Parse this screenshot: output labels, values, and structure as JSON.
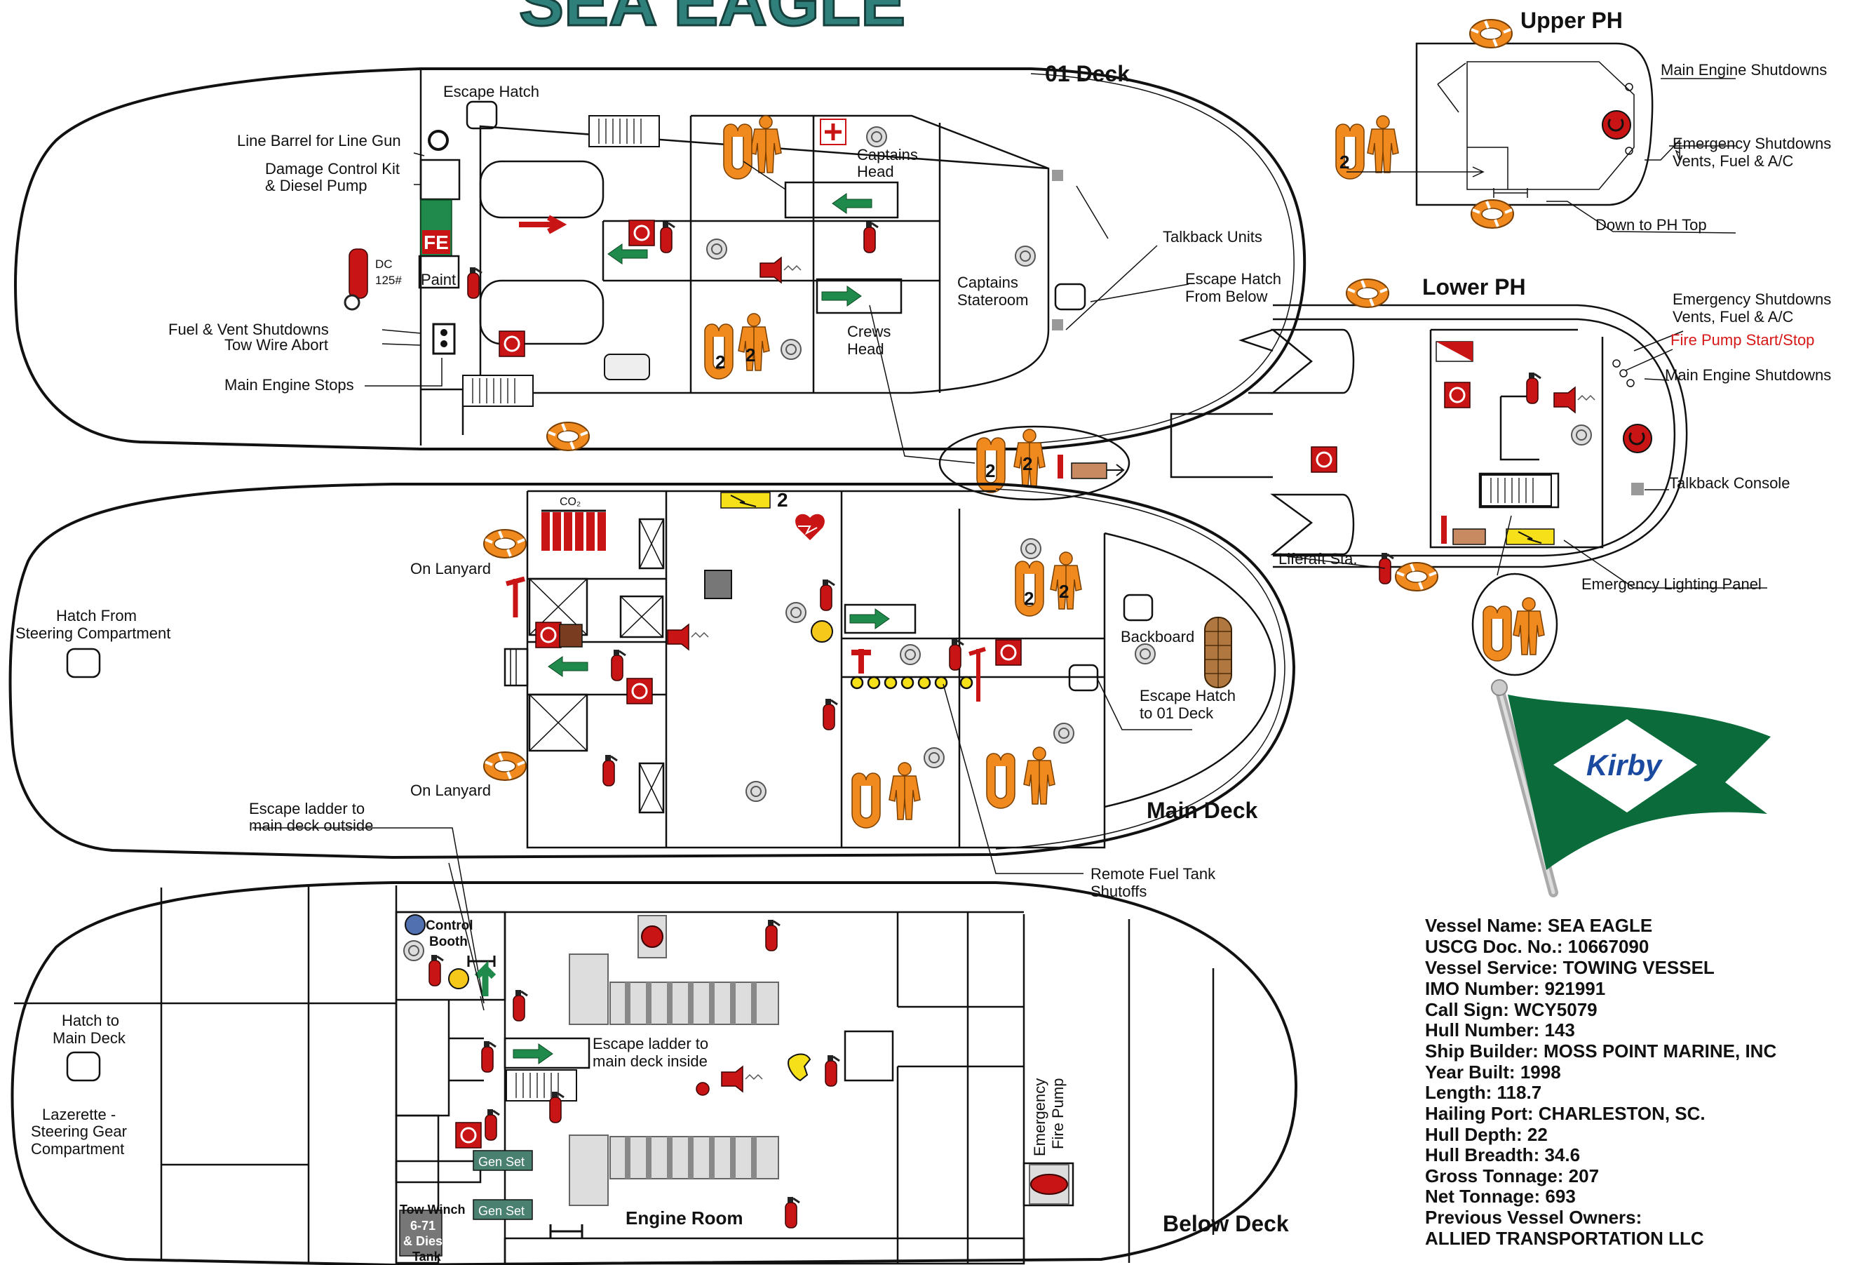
{
  "title": "SEA EAGLE",
  "decks": {
    "deck01": "01 Deck",
    "main": "Main Deck",
    "below": "Below Deck",
    "upper_ph": "Upper PH",
    "lower_ph": "Lower PH"
  },
  "labels01": {
    "escape_hatch": "Escape Hatch",
    "line_barrel": "Line Barrel for Line Gun",
    "damage_kit_1": "Damage Control Kit",
    "damage_kit_2": "& Diesel Pump",
    "dc_1": "DC",
    "dc_2": "125#",
    "paint": "Paint",
    "fe": "FE",
    "fuel_vent": "Fuel & Vent Shutdowns",
    "tow_abort": "Tow Wire Abort",
    "me_stops": "Main Engine Stops",
    "capt_head_1": "Captains",
    "capt_head_2": "Head",
    "crews_head_1": "Crews",
    "crews_head_2": "Head",
    "capt_state_1": "Captains",
    "capt_state_2": "Stateroom",
    "talkback": "Talkback Units",
    "esc_below_1": "Escape Hatch",
    "esc_below_2": "From Below"
  },
  "labelsPH": {
    "me_shut": "Main Engine Shutdowns",
    "em_shut_1": "Emergency Shutdowns",
    "em_shut_2": "Vents, Fuel & A/C",
    "down_ph": "Down to PH Top",
    "em_shut_l1": "Emergency Shutdowns",
    "em_shut_l2": "Vents, Fuel & A/C",
    "fire_pump": "Fire Pump Start/Stop",
    "me_shut_l": "Main Engine Shutdowns",
    "talkback_console": "Talkback Console",
    "liferaft": "Liferaft Sta.",
    "em_light": "Emergency Lighting Panel"
  },
  "labelsMain": {
    "co2": "CO₂",
    "on_lanyard_1": "On Lanyard",
    "on_lanyard_2": "On Lanyard",
    "hatch_steer_1": "Hatch From",
    "hatch_steer_2": "Steering Compartment",
    "backboard": "Backboard",
    "esc_01_1": "Escape Hatch",
    "esc_01_2": "to 01 Deck",
    "esc_ladder_1": "Escape ladder to",
    "esc_ladder_2": "main deck outside",
    "remote_fuel_1": "Remote Fuel Tank",
    "remote_fuel_2": "Shutoffs",
    "two": "2"
  },
  "labelsBelow": {
    "control_1": "Control",
    "control_2": "Booth",
    "hatch_main_1": "Hatch to",
    "hatch_main_2": "Main Deck",
    "lazarette_1": "Lazerette -",
    "lazarette_2": "Steering Gear",
    "lazarette_3": "Compartment",
    "esc_inside_1": "Escape ladder to",
    "esc_inside_2": "main deck inside",
    "gen_set_1": "Gen Set",
    "gen_set_2": "Gen Set",
    "tow_winch": "Tow Winch",
    "diesel_1": "6-71",
    "diesel_2": "& Diesel",
    "diesel_3": "Tank",
    "engine_room": "Engine Room",
    "em_fire_pump_1": "Emergency",
    "em_fire_pump_2": "Fire Pump"
  },
  "flag": {
    "brand": "Kirby"
  },
  "vessel_info": [
    "Vessel Name: SEA EAGLE",
    "USCG Doc. No.: 10667090",
    "Vessel Service: TOWING VESSEL",
    "IMO Number: 921991",
    "Call Sign: WCY5079",
    "Hull Number: 143",
    "Ship Builder: MOSS POINT MARINE, INC",
    "Year Built: 1998",
    "Length: 118.7",
    "Hailing Port: CHARLESTON, SC.",
    "Hull Depth: 22",
    "Hull Breadth: 34.6",
    "Gross Tonnage: 207",
    "Net Tonnage: 693",
    "Previous Vessel Owners:",
    "ALLIED TRANSPORTATION LLC"
  ],
  "colors": {
    "orange": "#f08a1e",
    "red": "#d81818",
    "green": "#1f8a4c",
    "teal": "#2f7f7a",
    "kirby": "#0b6b3a"
  }
}
